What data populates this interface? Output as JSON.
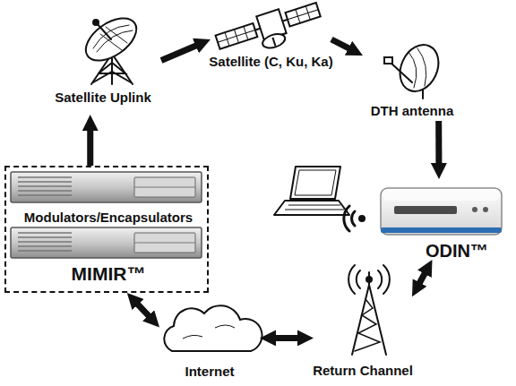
{
  "diagram": {
    "nodes": [
      {
        "text": [
          "Satellite (C, Ku, Ka)"
        ]
      },
      {
        "text": [
          "Satellite Uplink"
        ]
      },
      {
        "text": [
          "DTH antenna"
        ]
      },
      {
        "text": [
          "Modulators/Encapsulators",
          "MIMIR™"
        ]
      },
      {
        "text": [
          "ODIN™"
        ]
      },
      {
        "text": [
          "Return Channel"
        ]
      },
      {
        "text": [
          "Internet"
        ]
      }
    ],
    "edges": [
      {
        "from": 3,
        "to": 1,
        "arrow": "to"
      },
      {
        "from": 1,
        "to": 0,
        "arrow": "to"
      },
      {
        "from": 0,
        "to": 2,
        "arrow": "to"
      },
      {
        "from": 2,
        "to": 4,
        "arrow": "to"
      },
      {
        "from": 4,
        "to": 5,
        "arrow": "both"
      },
      {
        "from": 5,
        "to": 6,
        "arrow": "both"
      },
      {
        "from": 6,
        "to": 3,
        "arrow": "both"
      }
    ]
  }
}
